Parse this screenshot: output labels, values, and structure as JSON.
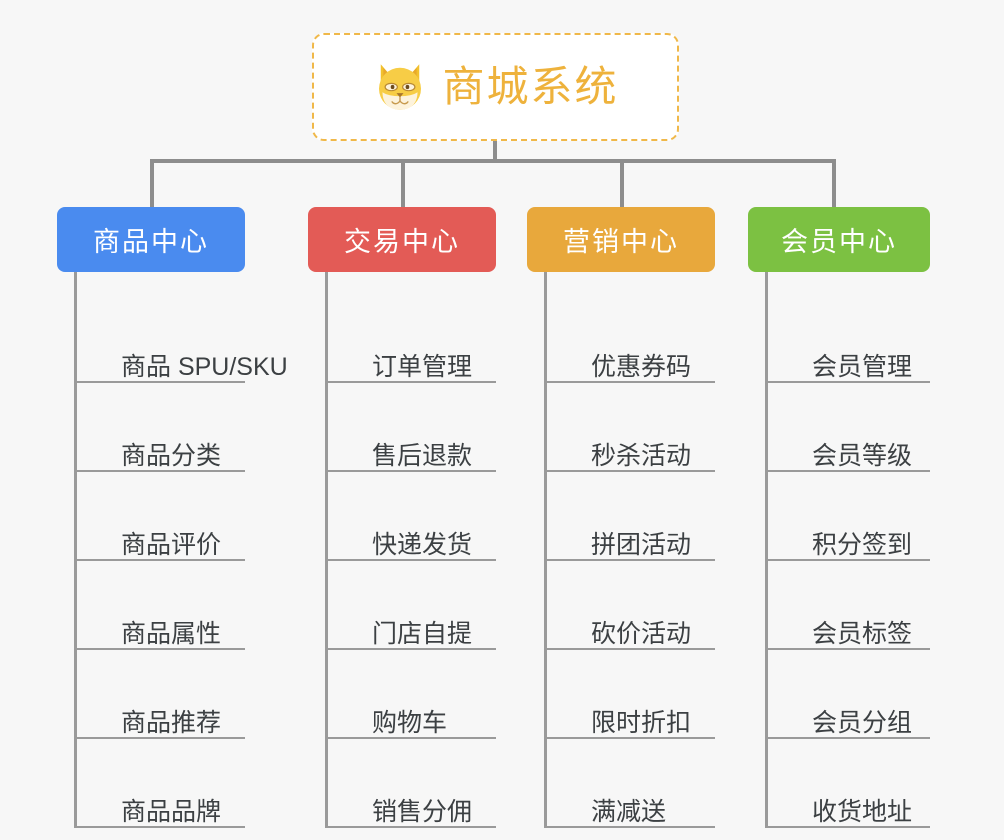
{
  "diagram": {
    "type": "mindmap",
    "background_color": "#f7f7f7",
    "root": {
      "title": "商城系统",
      "icon": "shiba-dog-face-icon",
      "text_color": "#eeb23c",
      "border_color": "#f0b849",
      "background_color": "#ffffff"
    },
    "branches": [
      {
        "label": "商品中心",
        "color": "#4a8bef",
        "items": [
          "商品 SPU/SKU",
          "商品分类",
          "商品评价",
          "商品属性",
          "商品推荐",
          "商品品牌"
        ]
      },
      {
        "label": "交易中心",
        "color": "#e35b56",
        "items": [
          "订单管理",
          "售后退款",
          "快递发货",
          "门店自提",
          "购物车",
          "销售分佣"
        ]
      },
      {
        "label": "营销中心",
        "color": "#e8a83c",
        "items": [
          "优惠券码",
          "秒杀活动",
          "拼团活动",
          "砍价活动",
          "限时折扣",
          "满减送"
        ]
      },
      {
        "label": "会员中心",
        "color": "#7cc142",
        "items": [
          "会员管理",
          "会员等级",
          "积分签到",
          "会员标签",
          "会员分组",
          "收货地址"
        ]
      }
    ],
    "connector_color": "#8d8d8d",
    "leaf_line_color": "#9a9a9a",
    "leaf_text_color": "#3c4043"
  }
}
